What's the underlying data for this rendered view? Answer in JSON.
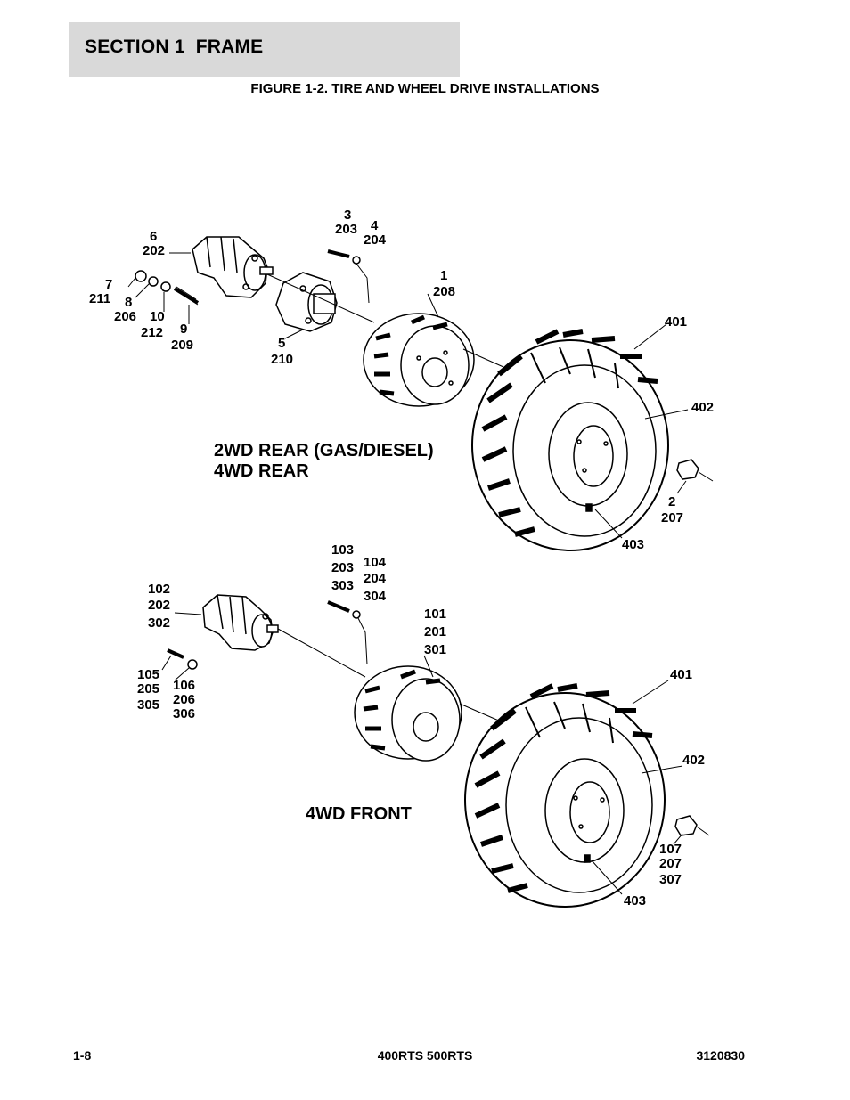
{
  "header": {
    "section": "SECTION 1  FRAME"
  },
  "figure": {
    "title": "FIGURE 1-2. TIRE AND WHEEL DRIVE INSTALLATIONS"
  },
  "views": {
    "rear": {
      "caption_line1": "2WD REAR (GAS/DIESEL)",
      "caption_line2": "4WD REAR",
      "callouts": [
        "6",
        "202",
        "3",
        "203",
        "4",
        "204",
        "7",
        "211",
        "8",
        "206",
        "10",
        "212",
        "9",
        "209",
        "1",
        "208",
        "5",
        "210",
        "401",
        "402",
        "2",
        "207",
        "403"
      ]
    },
    "front": {
      "caption": "4WD FRONT",
      "callouts": [
        "103",
        "203",
        "303",
        "104",
        "204",
        "304",
        "102",
        "202",
        "302",
        "101",
        "201",
        "301",
        "105",
        "205",
        "305",
        "106",
        "206",
        "306",
        "401",
        "402",
        "107",
        "207",
        "307",
        "403"
      ]
    }
  },
  "footer": {
    "page": "1-8",
    "model": "400RTS 500RTS",
    "doc_number": "3120830"
  }
}
